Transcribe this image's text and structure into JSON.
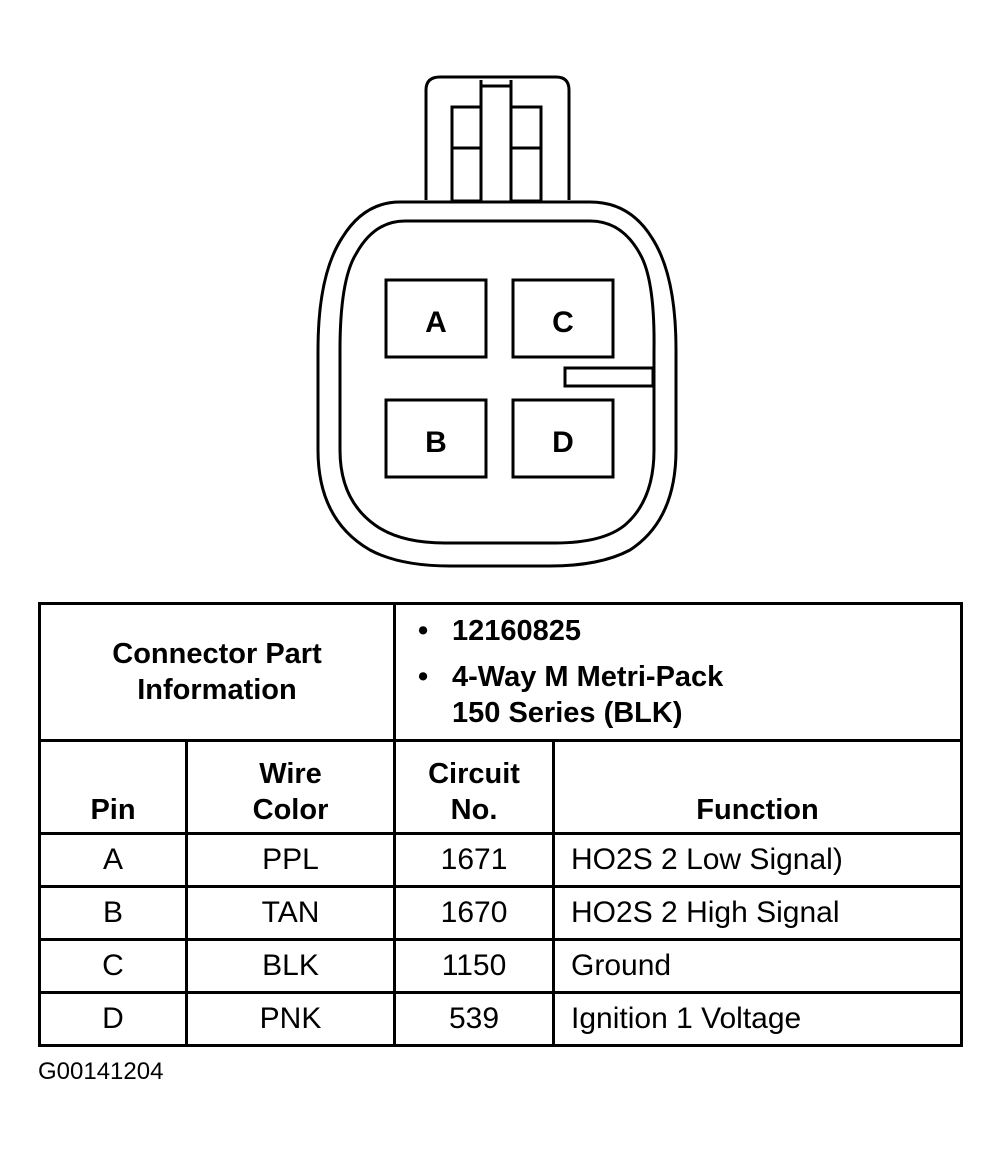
{
  "connector_diagram": {
    "cavities": [
      {
        "label": "A"
      },
      {
        "label": "C"
      },
      {
        "label": "B"
      },
      {
        "label": "D"
      }
    ]
  },
  "table": {
    "connector_info_label_line1": "Connector Part",
    "connector_info_label_line2": "Information",
    "part_info": [
      {
        "bullet": "•",
        "text": "12160825"
      },
      {
        "bullet": "•",
        "text": "4-Way M Metri-Pack",
        "text2": "150 Series (BLK)"
      }
    ],
    "columns": {
      "pin": "Pin",
      "wire_color_1": "Wire",
      "wire_color_2": "Color",
      "circuit_1": "Circuit",
      "circuit_2": "No.",
      "function": "Function"
    },
    "rows": [
      {
        "pin": "A",
        "wire_color": "PPL",
        "circuit": "1671",
        "function": "HO2S 2 Low Signal)"
      },
      {
        "pin": "B",
        "wire_color": "TAN",
        "circuit": "1670",
        "function": "HO2S 2 High Signal"
      },
      {
        "pin": "C",
        "wire_color": "BLK",
        "circuit": "1150",
        "function": "Ground"
      },
      {
        "pin": "D",
        "wire_color": "PNK",
        "circuit": "539",
        "function": "Ignition 1 Voltage"
      }
    ]
  },
  "footer": {
    "figure_id": "G00141204"
  }
}
